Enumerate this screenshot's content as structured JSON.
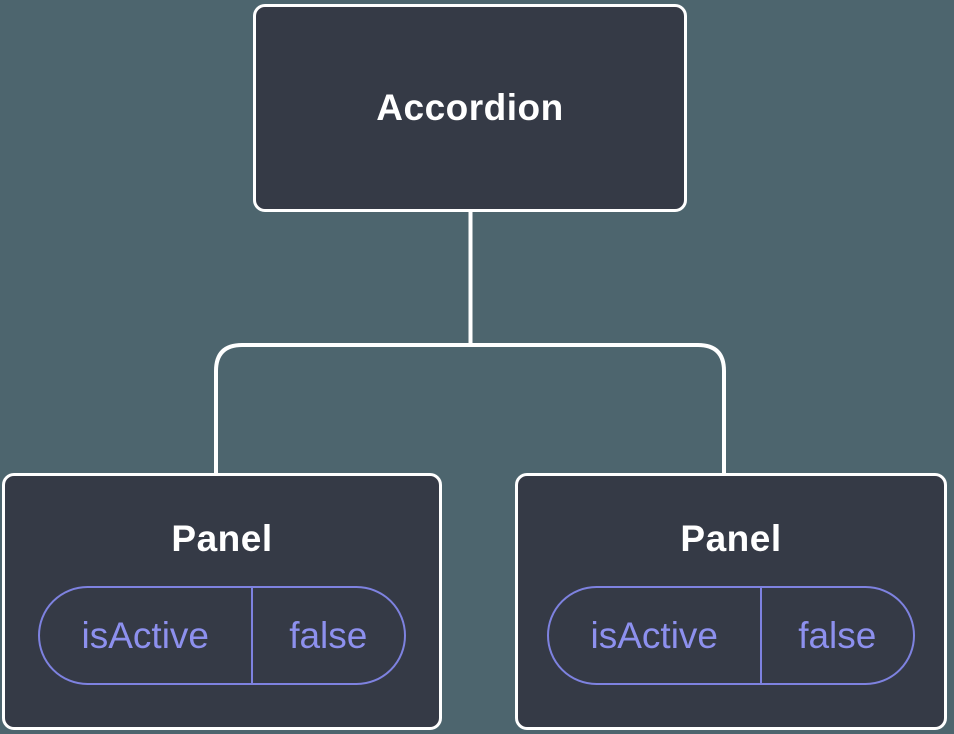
{
  "colors": {
    "canvas-bg": "#4d656e",
    "node-bg": "#353a46",
    "line": "#ffffff",
    "accent-border": "#7e82e0",
    "accent-text": "#8d90ee",
    "node-text": "#ffffff"
  },
  "tree": {
    "root": {
      "label": "Accordion"
    },
    "children": [
      {
        "label": "Panel",
        "state_key": "isActive",
        "state_value": "false"
      },
      {
        "label": "Panel",
        "state_key": "isActive",
        "state_value": "false"
      }
    ]
  }
}
